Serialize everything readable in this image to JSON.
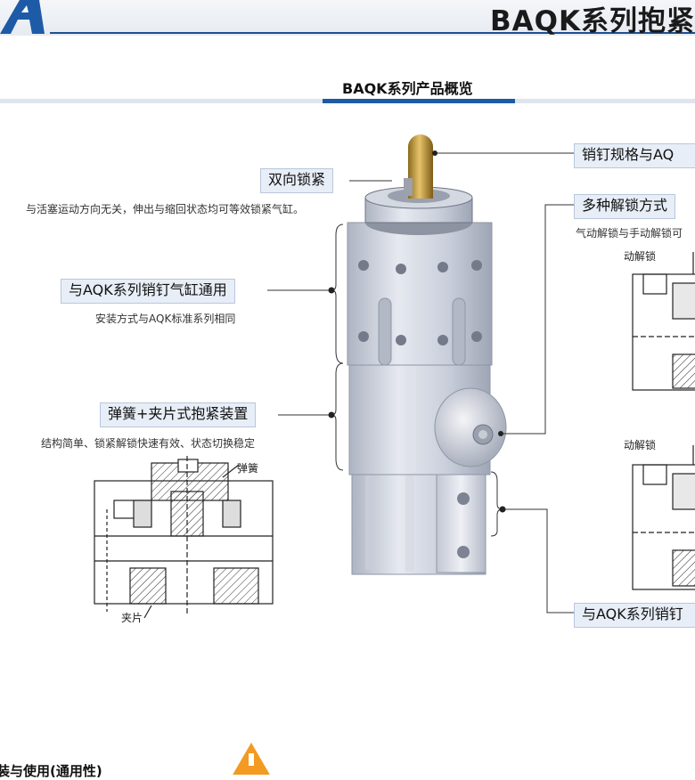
{
  "header": {
    "title": "BAQK系列抱紧",
    "logo_color": "#1d5ba7",
    "rule_color": "#1c4f93"
  },
  "section": {
    "title": "BAQK系列产品概览"
  },
  "callouts": {
    "bidirectional": {
      "label": "双向锁紧",
      "desc": "与活塞运动方向无关，伸出与缩回状态均可等效锁紧气缸。"
    },
    "common": {
      "label": "与AQK系列销钉气缸通用",
      "desc": "安装方式与AQK标准系列相同"
    },
    "spring": {
      "label": "弹簧+夹片式抱紧装置",
      "desc": "结构简单、锁紧解锁快速有效、状态切换稳定"
    },
    "pin_spec": {
      "label": "销钉规格与AQ"
    },
    "unlock": {
      "label": "多种解锁方式",
      "desc": "气动解锁与手动解锁可"
    },
    "aqk_right": {
      "label": "与AQK系列销钉"
    }
  },
  "diagram_labels": {
    "spring": "弹簧",
    "clip": "夹片",
    "pneumatic": "气动解锁",
    "manual": "手动解锁"
  },
  "footer": {
    "text": "装与使用(通用性)"
  }
}
